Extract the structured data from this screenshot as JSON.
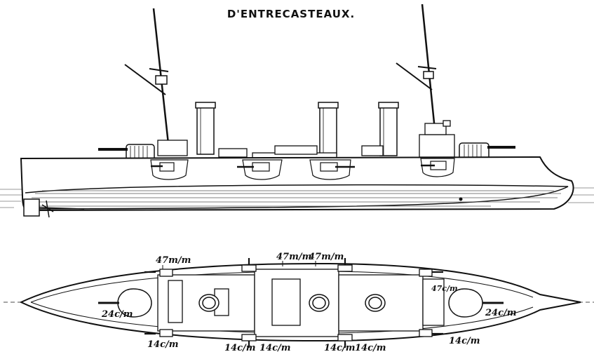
{
  "title": "D'ENTRECASTEAUX.",
  "plan_labels": {
    "top_47_left": "47m/m",
    "top_47_mid_a": "47m/m",
    "top_47_mid_b": "47m/m",
    "stern_47": "47c/m",
    "fore_turret": "24c/m",
    "aft_turret": "24c/m",
    "bot_14_left": "14c/m",
    "bot_14_a": "14c/m",
    "bot_14_b": "14c/m",
    "bot_14_c": "14c/m",
    "bot_14_d": "14c/m",
    "bot_14_right": "14c/m"
  },
  "colors": {
    "ink": "#111111",
    "paper": "#ffffff",
    "water": "#9a9a9a"
  }
}
